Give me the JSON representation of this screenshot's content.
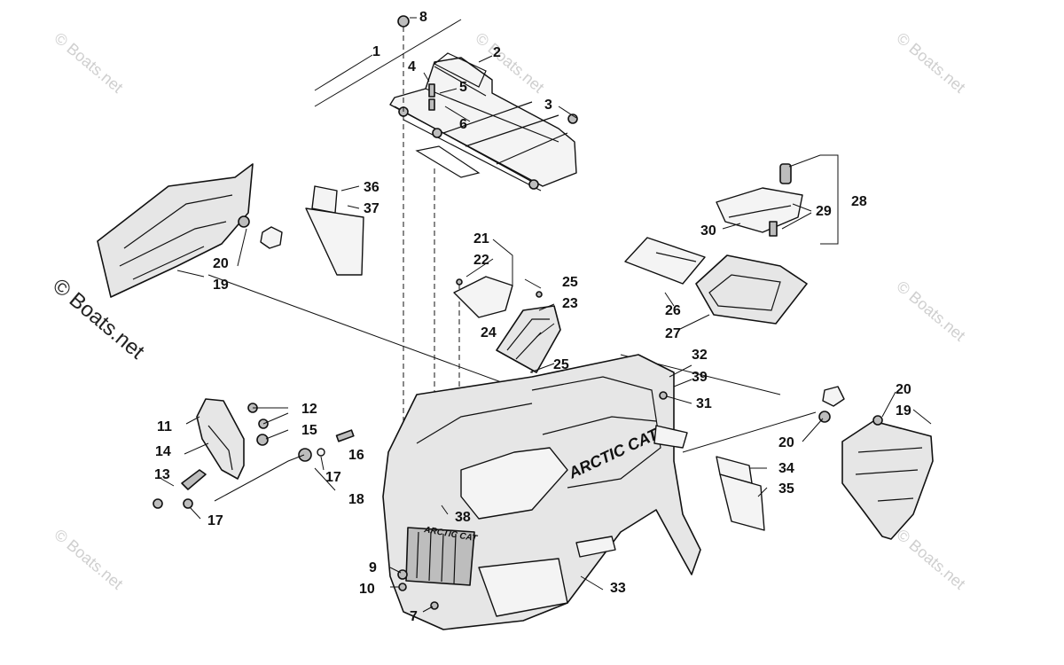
{
  "watermark": "© Boats.net",
  "brand_text": {
    "fender": "ARCTIC CAT",
    "grille": "ARCTIC CAT"
  },
  "callouts": [
    "1",
    "2",
    "3",
    "4",
    "5",
    "6",
    "7",
    "8",
    "9",
    "10",
    "11",
    "12",
    "13",
    "14",
    "15",
    "16",
    "17",
    "17",
    "18",
    "19",
    "19",
    "20",
    "20",
    "20",
    "21",
    "22",
    "23",
    "24",
    "25",
    "25",
    "26",
    "27",
    "28",
    "29",
    "30",
    "31",
    "32",
    "33",
    "34",
    "35",
    "36",
    "37",
    "38",
    "39"
  ]
}
